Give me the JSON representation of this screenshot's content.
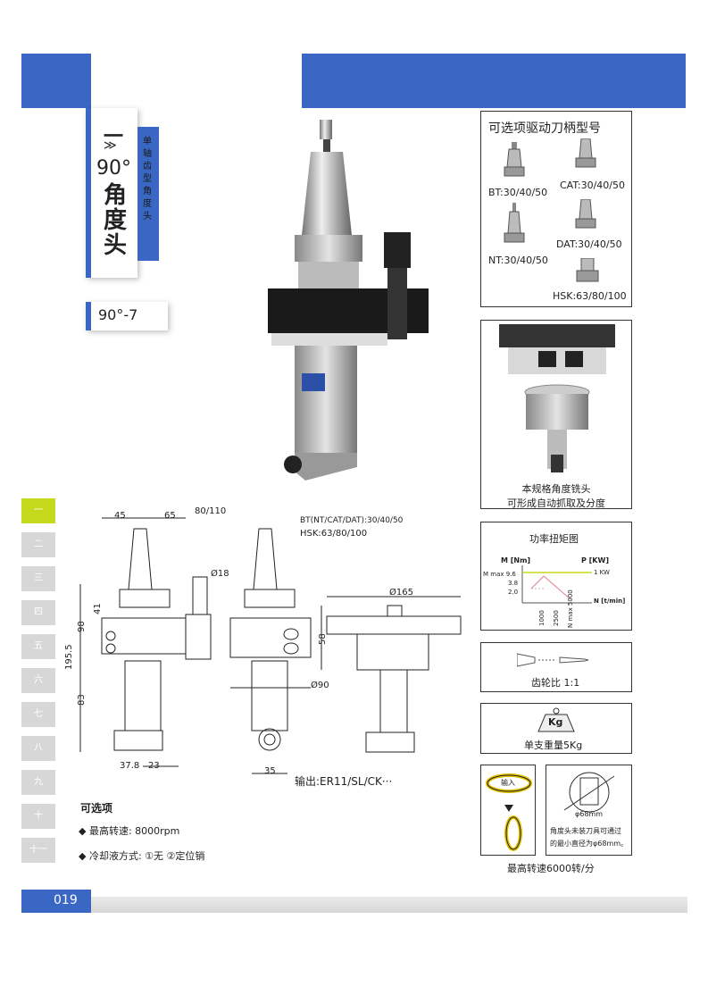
{
  "header": {
    "accent": "#3a66c4"
  },
  "title": {
    "dash": "一",
    "chevron": "≫",
    "angle": "90°",
    "name": "角度头",
    "subtitle": "单轴齿型角度头",
    "model": "90°-7"
  },
  "optional_holders": {
    "title": "可选项驱动刀柄型号",
    "items": [
      {
        "label": "BT:30/40/50"
      },
      {
        "label": "CAT:30/40/50"
      },
      {
        "label": "NT:30/40/50"
      },
      {
        "label": "DAT:30/40/50"
      },
      {
        "label": "HSK:63/80/100"
      }
    ]
  },
  "photo_caption": {
    "line1": "本规格角度铣头",
    "line2": "可形成自动抓取及分度"
  },
  "torque": {
    "title": "功率扭矩图",
    "m_axis": "M [Nm]",
    "p_axis": "P [KW]",
    "n_axis": "N [t/min]",
    "m_ticks": [
      "M max 9.6",
      "3.8",
      "2.0"
    ],
    "p_tick": "1 KW",
    "n_ticks": [
      "1000",
      "2500",
      "N max 5000"
    ]
  },
  "gear": {
    "label": "齿轮比 1:1"
  },
  "weight": {
    "unit": "Kg",
    "label": "单支重量5Kg"
  },
  "io": {
    "input": "输入"
  },
  "tool": {
    "dia": "φ68mm",
    "line1": "角度头未装刀具可通过",
    "line2": "的最小直径为φ68mm。"
  },
  "speed_caption": "最高转速6000转/分",
  "drawing": {
    "d45": "45",
    "d65": "65",
    "d80_110": "80/110",
    "d18": "Ø18",
    "d41": "41",
    "d98": "98",
    "d195": "195.5",
    "d83": "83",
    "d378": "37.8",
    "d23": "23",
    "bt_note": "BT(NT/CAT/DAT):30/40/50",
    "hsk_note": "HSK:63/80/100",
    "d90": "Ø90",
    "d35": "35",
    "d165": "Ø165",
    "d58": "58",
    "output": "输出:ER11/SL/CK···"
  },
  "options": {
    "title": "可选项",
    "items": [
      "◆  最高转速: 8000rpm",
      "◆  冷却液方式: ①无 ②定位销"
    ]
  },
  "side_tabs": [
    "一",
    "二",
    "三",
    "四",
    "五",
    "六",
    "七",
    "八",
    "九",
    "十",
    "十一"
  ],
  "footer": {
    "page": "019"
  }
}
